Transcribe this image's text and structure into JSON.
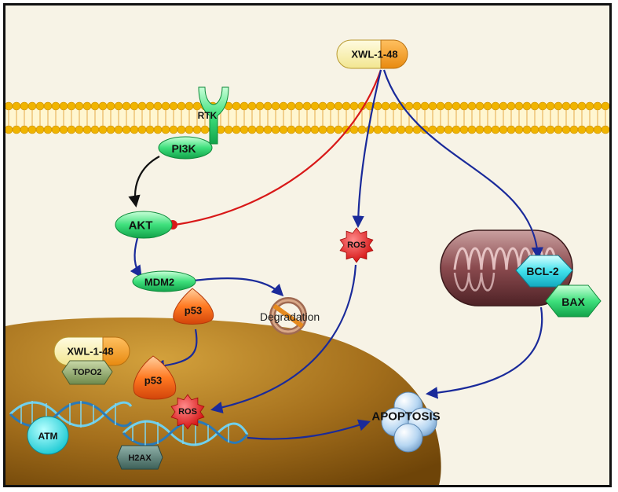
{
  "drug_top": "XWL-1-48",
  "drug_nucleus": "XWL-1-48",
  "rtk": "RTK",
  "pi3k": "PI3K",
  "akt": "AKT",
  "mdm2": "MDM2",
  "p53_cyto": "p53",
  "p53_nucleus": "p53",
  "degradation": "Degradation",
  "ros_cyto": "ROS",
  "ros_nucleus": "ROS",
  "bcl2": "BCL-2",
  "bax": "BAX",
  "topo2": "TOPO2",
  "atm": "ATM",
  "h2ax": "H2AX",
  "apoptosis": "APOPTOSIS",
  "colors": {
    "inhibition": "#d81818",
    "activation": "#1a2a9a",
    "pathway": "#111111",
    "membrane": "#f0b400",
    "nucleus": "#9a6814",
    "node_green": "#22cc66",
    "ros_red": "#e81818",
    "p53_orange": "#f06010"
  }
}
